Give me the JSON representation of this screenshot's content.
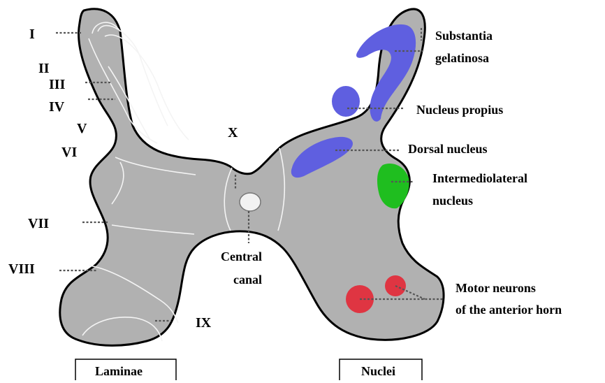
{
  "laminae": {
    "l1": "I",
    "l2": "II",
    "l3": "III",
    "l4": "IV",
    "l5": "V",
    "l6": "VI",
    "l7": "VII",
    "l8": "VIII",
    "l9": "IX",
    "l10": "X"
  },
  "nuclei": {
    "substantia_line1": "Substantia",
    "substantia_line2": "gelatinosa",
    "propius": "Nucleus propius",
    "dorsal": "Dorsal nucleus",
    "intermedio_line1": "Intermediolateral",
    "intermedio_line2": "nucleus",
    "motor_line1": "Motor neurons",
    "motor_line2": "of the anterior horn"
  },
  "central_canal": {
    "line1": "Central",
    "line2": "canal"
  },
  "boxes": {
    "left": "Laminae",
    "right": "Nuclei"
  },
  "colors": {
    "gray_matter": "#b1b1b1",
    "sensory_nuclei": "#5f5fe0",
    "intermediolateral": "#1fbe1f",
    "motor_neurons": "#df3542",
    "central_canal": "#f2f2f2"
  }
}
